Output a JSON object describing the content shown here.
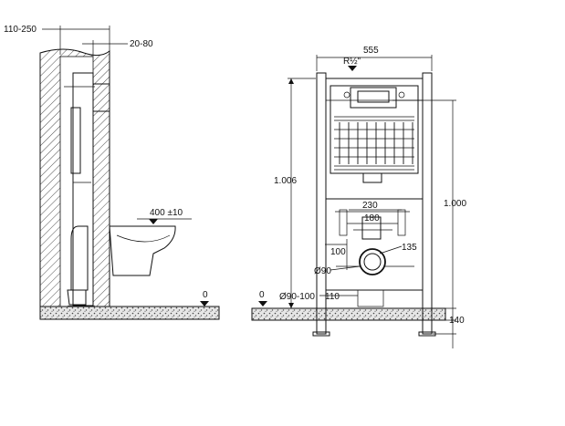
{
  "side_view": {
    "wall_thickness": "110-250",
    "frame_depth": "20-80",
    "bowl_height": "400 ±10",
    "floor_level": "0"
  },
  "front_view": {
    "width": "555",
    "water_inlet": "R½\"",
    "overall_height": "1.006",
    "frame_height": "1.000",
    "bolt_spacing_outer": "230",
    "bolt_spacing_inner": "180",
    "drain_offset": "100",
    "flush_pipe_height": "135",
    "flush_pipe_diameter": "Ø90",
    "drain_diameter": "Ø90-100",
    "drain_height": "110",
    "floor_level": "0",
    "feet_depth": "140"
  }
}
